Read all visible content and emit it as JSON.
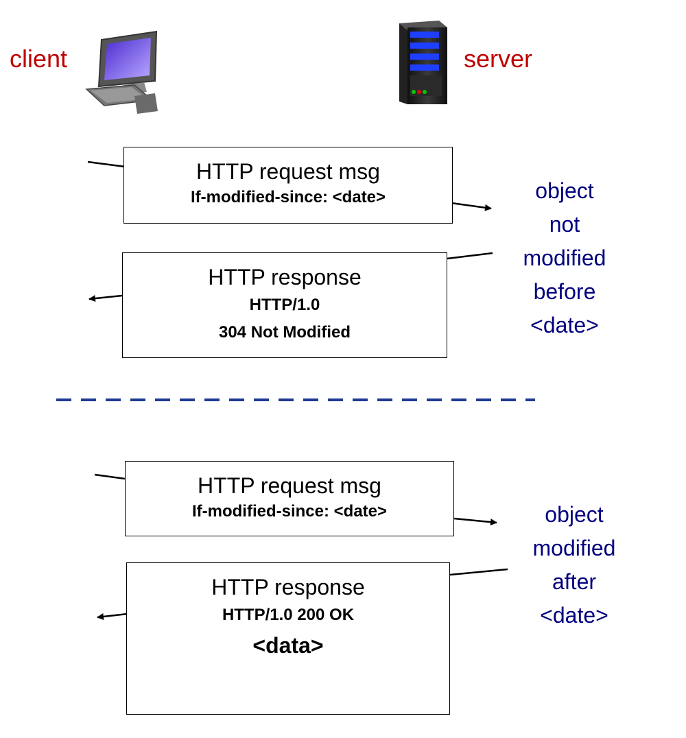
{
  "actors": {
    "client": "client",
    "server": "server"
  },
  "exchange1": {
    "request": {
      "title": "HTTP request msg",
      "header": "If-modified-since: <date>"
    },
    "response": {
      "title": "HTTP response",
      "line1": "HTTP/1.0",
      "line2": "304 Not Modified"
    },
    "note": [
      "object",
      "not",
      "modified",
      "before",
      "<date>"
    ]
  },
  "exchange2": {
    "request": {
      "title": "HTTP request msg",
      "header": "If-modified-since: <date>"
    },
    "response": {
      "title": "HTTP response",
      "line1": "HTTP/1.0 200 OK",
      "data": "<data>"
    },
    "note": [
      "object",
      "modified",
      "after",
      "<date>"
    ]
  },
  "colors": {
    "actor_label": "#c00000",
    "note_text": "#000080",
    "separator": "#1f3a93"
  },
  "icons": {
    "client": "desktop-computer-icon",
    "server": "server-tower-icon"
  }
}
